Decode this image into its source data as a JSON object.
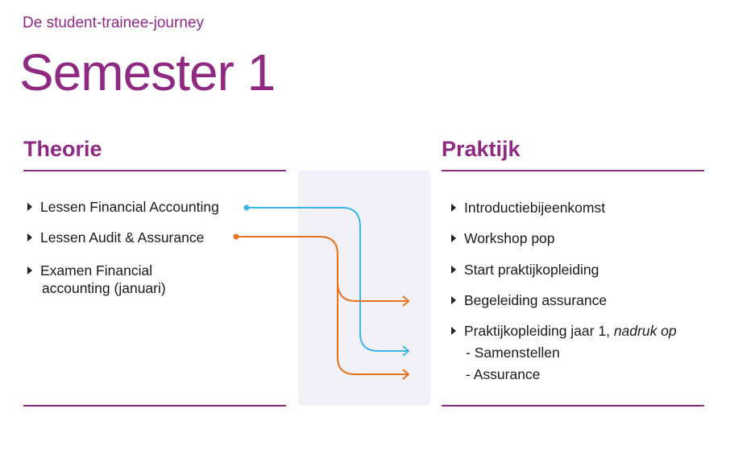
{
  "header": {
    "kicker": "De student-trainee-journey",
    "title": "Semester 1"
  },
  "theorie": {
    "heading": "Theorie",
    "items": [
      "Lessen Financial Accounting",
      "Lessen Audit & Assurance",
      "Examen Financial",
      "accounting (januari)"
    ]
  },
  "praktijk": {
    "heading": "Praktijk",
    "items": [
      "Introductiebijeenkomst",
      "Workshop pop",
      "Start praktijkopleiding",
      "Begeleiding assurance",
      "Praktijkopleiding jaar 1,",
      "nadruk op"
    ],
    "subitems": [
      "- Samenstellen",
      "- Assurance"
    ]
  },
  "colors": {
    "accent": "#8e2a82",
    "arrow_blue": "#3fb4e5",
    "arrow_orange": "#e8731f",
    "panel": "#f3f1f8"
  }
}
